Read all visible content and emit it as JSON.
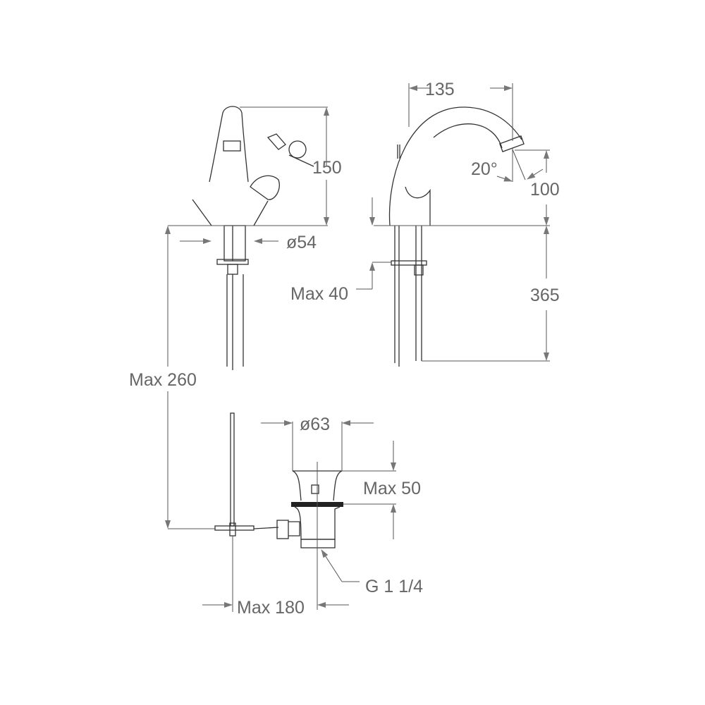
{
  "dimensions": {
    "height_body": "150",
    "base_diameter": "ø54",
    "spout_reach": "135",
    "spout_angle": "20°",
    "spout_height": "100",
    "max_deck_thickness": "Max 40",
    "below_deck_length": "365",
    "max_rod_length": "Max 260",
    "waste_diameter": "ø63",
    "waste_max_height": "Max 50",
    "thread_size": "G 1 1/4",
    "max_rod_offset": "Max 180"
  },
  "colors": {
    "line": "#333333",
    "label": "#666666"
  }
}
